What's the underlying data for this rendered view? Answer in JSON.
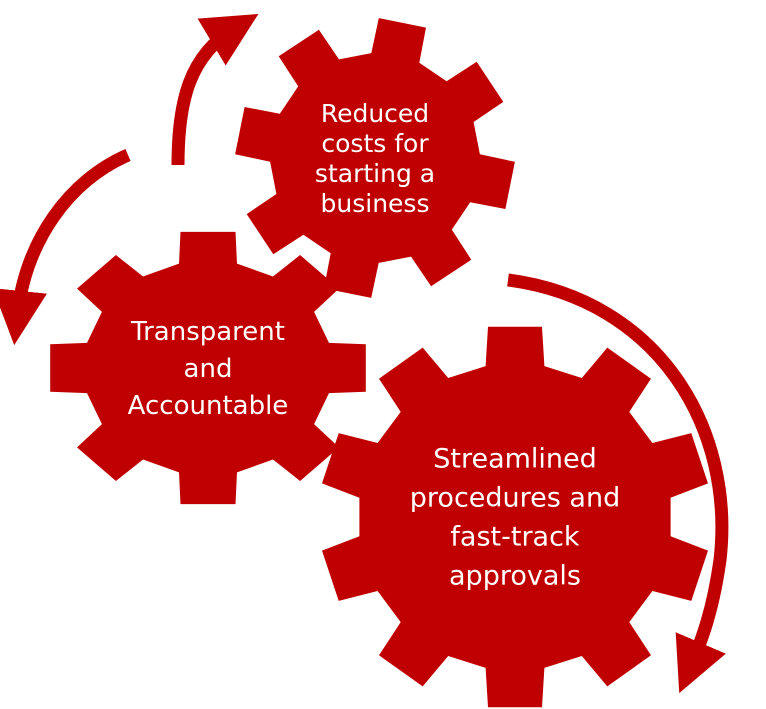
{
  "colors": {
    "gear": "#C00000",
    "arrow": "#C00000",
    "text": "#FFFFFF",
    "background": "#FFFFFF"
  },
  "gears": [
    {
      "name": "gear-reduced-costs",
      "lines": [
        "Reduced",
        "costs for",
        "starting a",
        "business"
      ]
    },
    {
      "name": "gear-transparent",
      "lines": [
        "Transparent",
        "and",
        "Accountable"
      ]
    },
    {
      "name": "gear-streamlined",
      "lines": [
        "Streamlined",
        "procedures and",
        "fast-track",
        "approvals"
      ]
    }
  ]
}
